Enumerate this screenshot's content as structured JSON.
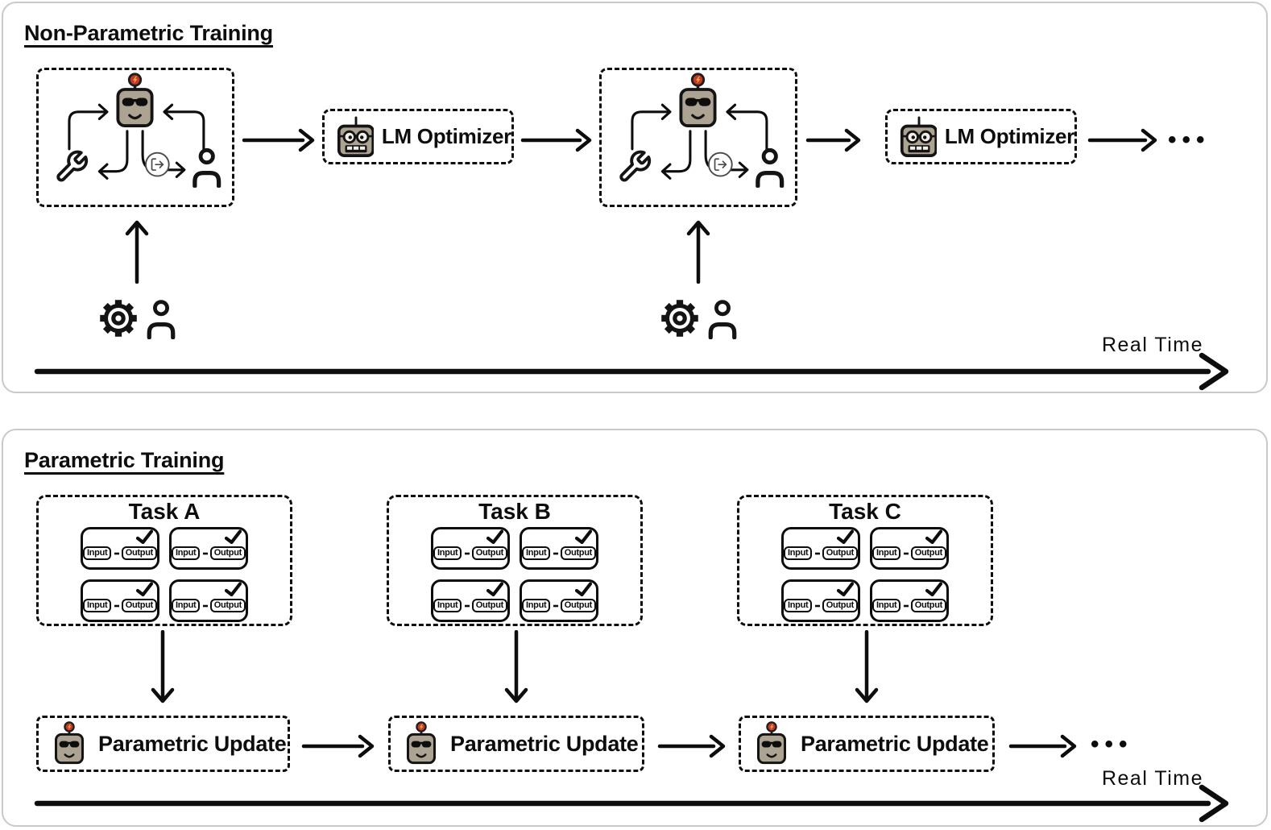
{
  "non_parametric": {
    "title": "Non-Parametric Training",
    "optimizer_label": "LM Optimizer",
    "ellipsis": "•••",
    "real_time_label": "Real Time"
  },
  "parametric": {
    "title": "Parametric Training",
    "tasks": [
      {
        "label": "Task A"
      },
      {
        "label": "Task B"
      },
      {
        "label": "Task C"
      }
    ],
    "io_card": {
      "input_label": "Input",
      "output_label": "Output"
    },
    "update_label": "Parametric Update",
    "ellipsis": "•••",
    "real_time_label": "Real Time"
  },
  "icon_names": {
    "agent": "robot-face-sunglasses-icon",
    "optimizer": "robot-face-icon",
    "tool": "wrench-icon",
    "user": "person-icon",
    "environment": "gear-icon",
    "export": "export-arrow-icon",
    "success": "check-icon"
  },
  "colors": {
    "ink": "#0d0d0d",
    "robot_fill": "#aca392",
    "robot_face_light": "#f3efe6",
    "bulb_red": "#c13a2c",
    "bolt_orange": "#f2a43a",
    "panel_border": "#c9c9c9",
    "export_gray": "#4a4a4a"
  }
}
